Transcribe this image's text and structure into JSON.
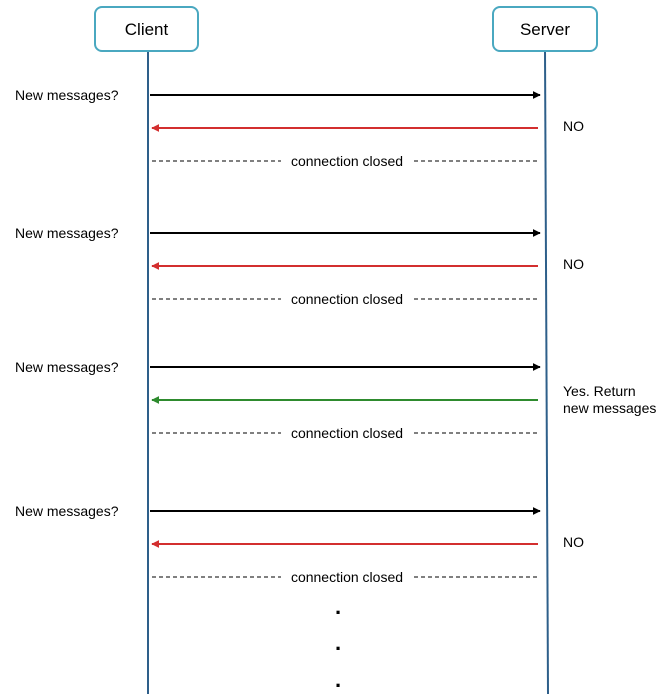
{
  "actors": {
    "client": "Client",
    "server": "Server"
  },
  "colors": {
    "actor_border": "#4aa8c0",
    "lifeline": "#2e5f8a",
    "request": "#000000",
    "response_no": "#d32f2f",
    "response_yes": "#2e8b2e",
    "dashed": "#000000"
  },
  "rounds": [
    {
      "request_label": "New messages?",
      "response_label_lines": [
        "NO"
      ],
      "response_type": "no",
      "closed_label": "connection closed"
    },
    {
      "request_label": "New messages?",
      "response_label_lines": [
        "NO"
      ],
      "response_type": "no",
      "closed_label": "connection closed"
    },
    {
      "request_label": "New messages?",
      "response_label_lines": [
        "Yes. Return",
        "new messages"
      ],
      "response_type": "yes",
      "closed_label": "connection closed"
    },
    {
      "request_label": "New messages?",
      "response_label_lines": [
        "NO"
      ],
      "response_type": "no",
      "closed_label": "connection closed"
    }
  ],
  "continuation": [
    ".",
    ".",
    "."
  ]
}
